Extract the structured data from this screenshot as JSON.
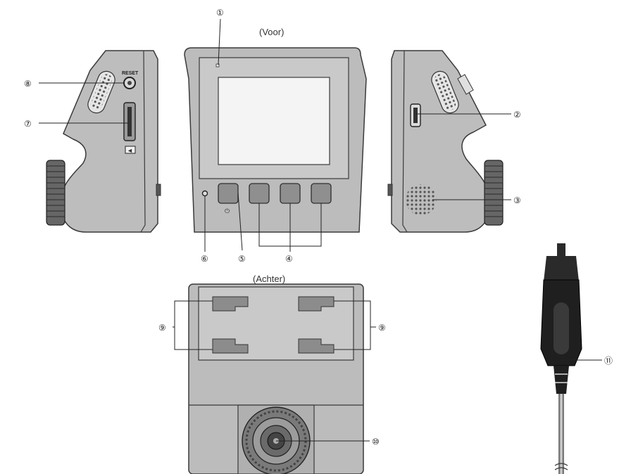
{
  "views": {
    "front_title": "(Voor)",
    "rear_title": "(Achter)"
  },
  "labels": {
    "reset": "RESET",
    "power_symbol": "⏻",
    "card_symbol": "◄"
  },
  "callouts": [
    "①",
    "②",
    "③",
    "④",
    "⑤",
    "⑥",
    "⑦",
    "⑧",
    "⑨",
    "⑨",
    "⑩",
    "⑪"
  ],
  "colors": {
    "body": "#b9b9b9",
    "body_dark": "#8f8f8f",
    "screen": "#f4f4f4",
    "outline": "#3a3a3a",
    "pad": "#8c8c8c",
    "cable": "#7a7a7a",
    "plug_dark": "#1f1f1f"
  },
  "icons": [
    "reset-hole",
    "sd-card-slot",
    "usb-port",
    "speaker-grille",
    "mount-knob",
    "camera-lens",
    "power-button",
    "adhesive-pad",
    "car-charger-plug"
  ]
}
